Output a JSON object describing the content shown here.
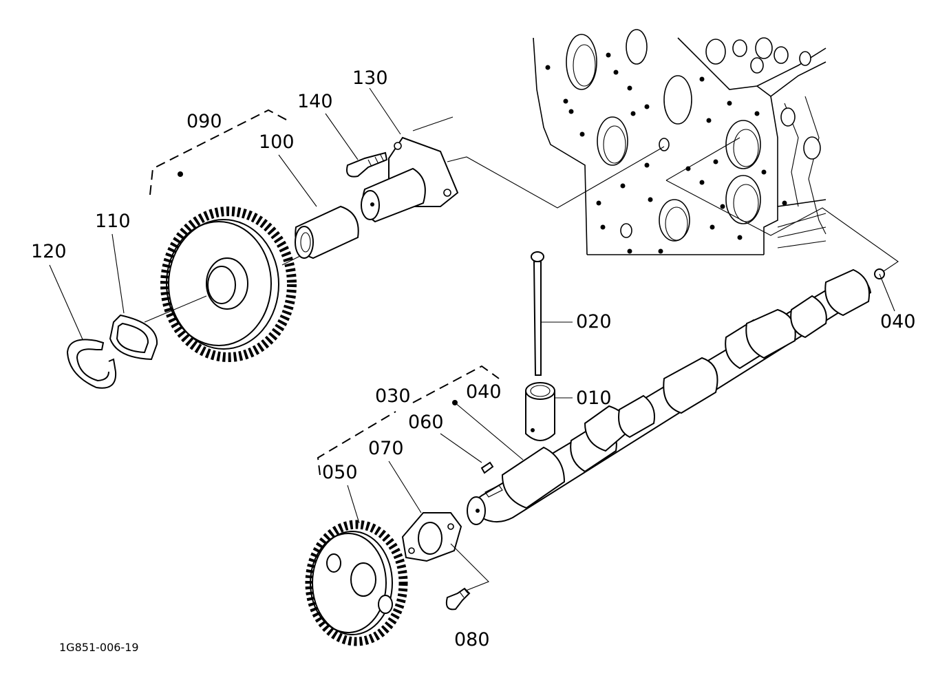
{
  "diagram": {
    "drawing_code": "1G851-006-19",
    "labels": {
      "l010": "010",
      "l020": "020",
      "l030": "030",
      "l040a": "040",
      "l040b": "040",
      "l050": "050",
      "l060": "060",
      "l070": "070",
      "l080": "080",
      "l090": "090",
      "l100": "100",
      "l110": "110",
      "l120": "120",
      "l130": "130",
      "l140": "140"
    }
  }
}
